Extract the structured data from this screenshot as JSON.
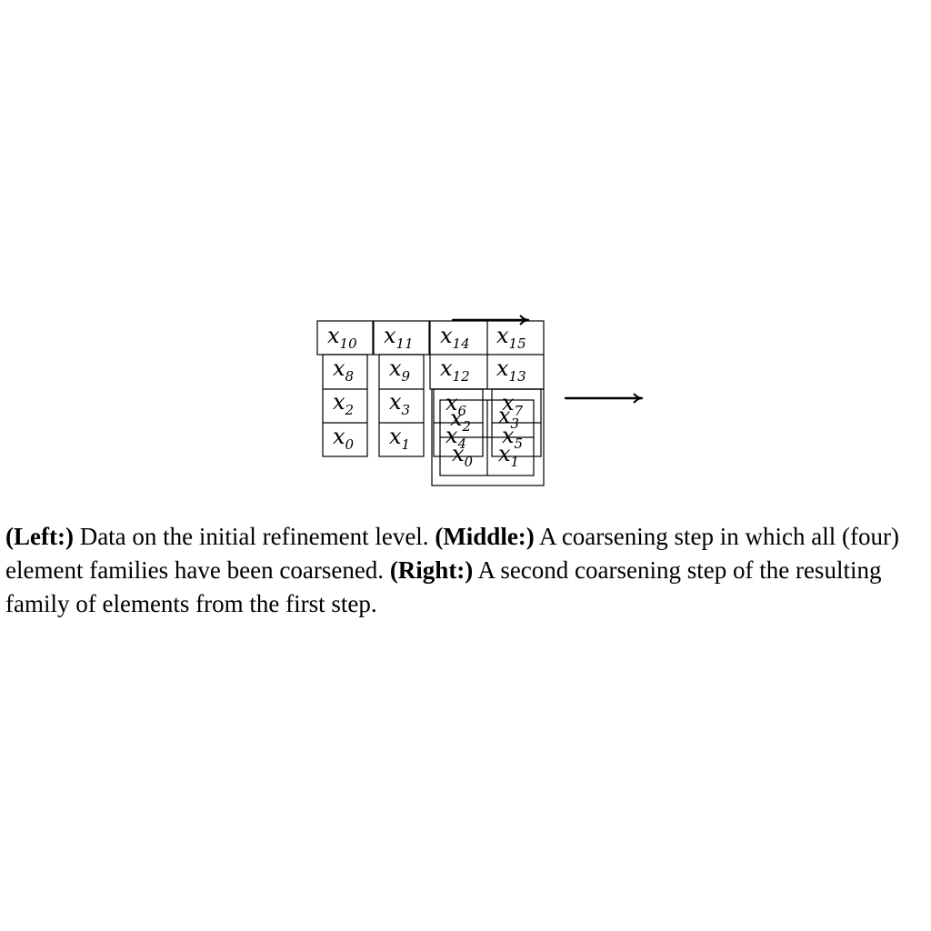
{
  "diagram": {
    "left_cells": [
      {
        "base": "x",
        "sub": "10"
      },
      {
        "base": "x",
        "sub": "11"
      },
      {
        "base": "x",
        "sub": "8"
      },
      {
        "base": "x",
        "sub": "9"
      },
      {
        "base": "x",
        "sub": "2"
      },
      {
        "base": "x",
        "sub": "3"
      },
      {
        "base": "x",
        "sub": "0"
      },
      {
        "base": "x",
        "sub": "1"
      }
    ],
    "middle_cells": [
      {
        "base": "x",
        "sub": "14"
      },
      {
        "base": "x",
        "sub": "15"
      },
      {
        "base": "x",
        "sub": "12"
      },
      {
        "base": "x",
        "sub": "13"
      },
      {
        "base": "x",
        "sub": "6"
      },
      {
        "base": "x",
        "sub": "7"
      },
      {
        "base": "x",
        "sub": "4"
      },
      {
        "base": "x",
        "sub": "5"
      }
    ],
    "right_cells": [
      {
        "base": "x",
        "sub": "2"
      },
      {
        "base": "x",
        "sub": "3"
      },
      {
        "base": "x",
        "sub": "0"
      },
      {
        "base": "x",
        "sub": "1"
      }
    ],
    "arrows": [
      "arrow-top",
      "arrow-middle"
    ]
  },
  "caption": {
    "left_label": "(Left:)",
    "left_text": " Data on the initial refinement level. ",
    "middle_label": "(Middle:)",
    "middle_text": " A coarsening step in which all (four) element families have been coarsened. ",
    "right_label": "(Right:)",
    "right_text": " A second coarsening step of the resulting family of elements from the first step."
  }
}
